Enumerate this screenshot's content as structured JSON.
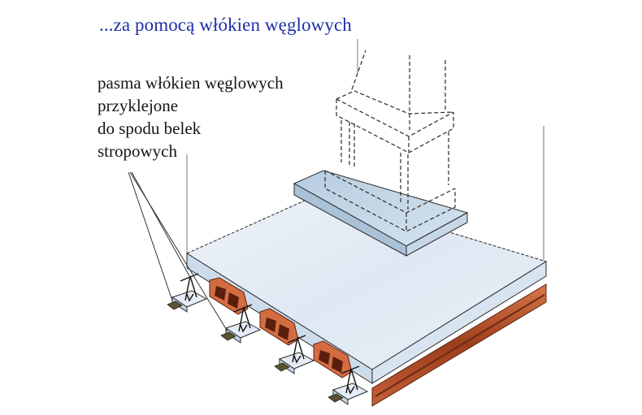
{
  "figure": {
    "title": "...za pomocą włókien węglowych",
    "title_color": "#1f2fa8",
    "annotation": {
      "lines": [
        "pasma włókien węglowych",
        "przyklejone",
        "do spodu belek",
        "stropowych"
      ],
      "leader_line_count": 3
    },
    "elements": {
      "slab": "concrete-floor-slab",
      "column": "dashed-outline-column-with-base",
      "beams": "prefabricated-floor-beams",
      "blocks": "hollow-ceramic-infill-blocks",
      "strips": "carbon-fiber-strips-under-beams"
    },
    "colors": {
      "slab_top": "#e6edf6",
      "slab_edge": "#c9d8e8",
      "ceramic": "#c8643c",
      "ceramic_dark": "#7a2e14",
      "strip": "#5a5232",
      "outline": "#2a2a2a"
    }
  }
}
